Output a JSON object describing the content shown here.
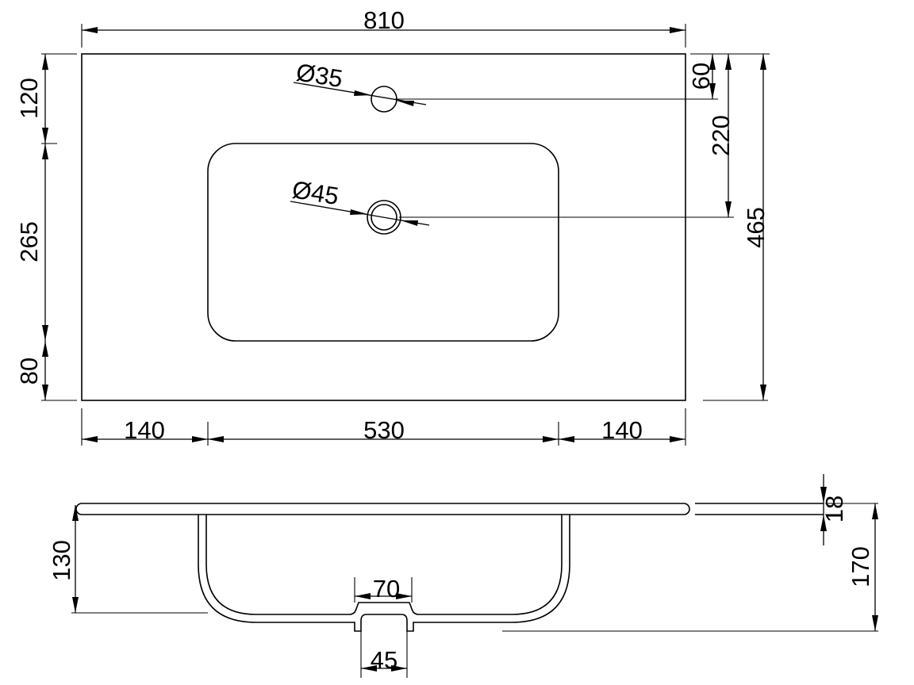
{
  "top_view": {
    "width_total": "810",
    "depth_total": "465",
    "left_margin": "140",
    "basin_width": "530",
    "right_margin": "140",
    "top_margin": "120",
    "basin_depth": "265",
    "bottom_margin": "80",
    "tap_hole_offset": "60",
    "drain_offset": "220",
    "tap_hole_diameter": "Ø35",
    "drain_diameter": "Ø45"
  },
  "side_view": {
    "slab_thickness": "18",
    "basin_height": "130",
    "total_height": "170",
    "drain_outer": "70",
    "drain_inner": "45"
  }
}
